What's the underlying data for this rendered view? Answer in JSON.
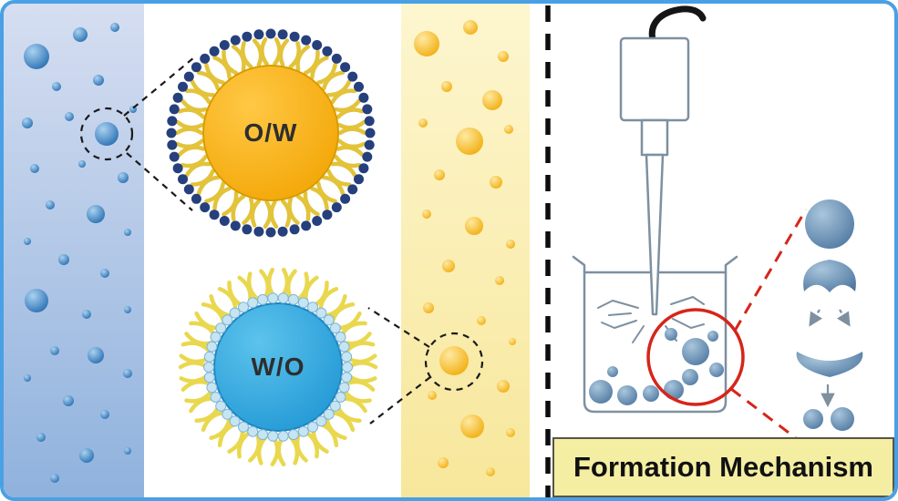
{
  "panels": {
    "emulsions": {
      "ow_label": "O/W",
      "wo_label": "W/O"
    },
    "mechanism": {
      "banner_label": "Formation Mechanism"
    }
  },
  "colors": {
    "frame_blue": "#4aa0e4",
    "water_strip_top": "#d6def1",
    "water_strip_bottom": "#8fb2dd",
    "water_droplet_light": "#a9d2f0",
    "water_droplet_dark": "#1d66ad",
    "oil_strip_top": "#fdf6cf",
    "oil_strip_bottom": "#f7e79b",
    "oil_droplet_light": "#ffe9a2",
    "oil_droplet_dark": "#f0a800",
    "ow_core_light": "#ffc845",
    "ow_core_dark": "#f2a402",
    "wo_core_light": "#5cc3ec",
    "wo_core_dark": "#1f96d4",
    "head_dark_blue": "#25407c",
    "head_light_blue": "#c7e4f3",
    "tail_yellow": "#e2c33a",
    "tail_yellow_light": "#e9d84e",
    "sketch_gray": "#7e90a0",
    "steel_droplet_light": "#a9c6dc",
    "steel_droplet_dark": "#4a749e",
    "highlight_red": "#d6251a",
    "banner_yellow": "#f4eea3"
  },
  "icons": {
    "homogenizer": "homogenizer-probe-icon",
    "beaker": "beaker-icon",
    "magnifier_left": "magnification-callout-icon",
    "magnifier_right": "magnification-callout-icon",
    "zoom_highlight": "red-zoom-circle-icon",
    "breakup_stages": [
      "droplet-sphere",
      "droplet-deformed",
      "droplet-splitting",
      "droplet-divided"
    ]
  }
}
